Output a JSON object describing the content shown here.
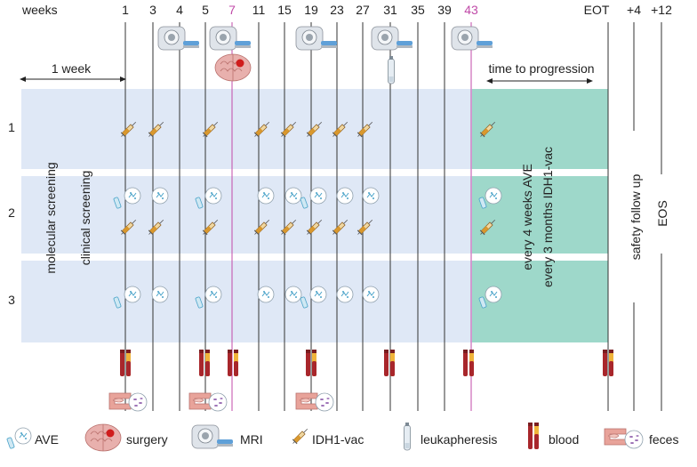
{
  "header": {
    "weeks_label": "weeks",
    "timepoints": [
      "1",
      "3",
      "4",
      "5",
      "7",
      "11",
      "15",
      "19",
      "23",
      "27",
      "31",
      "35",
      "39",
      "43"
    ],
    "highlight_weeks": [
      "7",
      "43"
    ],
    "eot_label": "EOT",
    "followup_labels": [
      "+4",
      "+12"
    ]
  },
  "annotations": {
    "one_week": "1 week",
    "time_to_progression": "time to progression",
    "molecular_screening": "molecular screening",
    "clinical_screening": "clinical screening",
    "every_4_weeks": "every 4 weeks AVE",
    "every_3_months": "every 3 months IDH1-vac",
    "safety_follow_up": "safety follow up",
    "eos": "EOS"
  },
  "rows": [
    "1",
    "2",
    "3"
  ],
  "legend": {
    "ave": "AVE",
    "surgery": "surgery",
    "mri": "MRI",
    "idh1vac": "IDH1-vac",
    "leukapheresis": "leukapheresis",
    "blood": "blood",
    "feces": "feces"
  },
  "colors": {
    "screening_band": "#dfe8f6",
    "progression_band": "#9ed8ca",
    "highlight": "#c04aa8",
    "gridline": "#333333",
    "blood_red": "#a8262b",
    "blood_yellow": "#f0b43a",
    "intestine": "#e8a39a",
    "syringe": "#d9982e",
    "ave_blue": "#4aa3c9"
  }
}
